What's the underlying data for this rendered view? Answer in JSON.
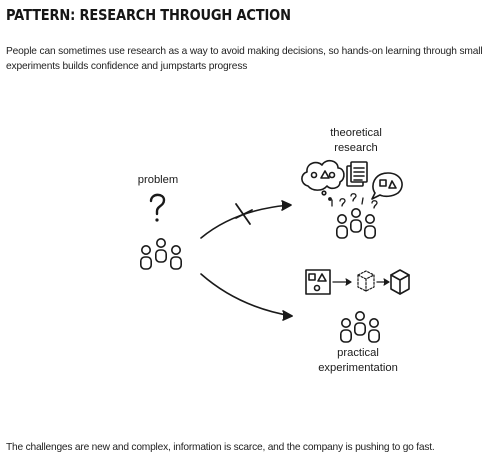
{
  "header": {
    "title": "PATTERN: RESEARCH THROUGH ACTION",
    "description": "People can sometimes use research as a way to avoid making decisions, so hands-on learning through small experiments builds confidence and jumpstarts progress"
  },
  "diagram": {
    "problem_label": "problem",
    "research_label_line1": "theoretical",
    "research_label_line2": "research",
    "experiment_label_line1": "practical",
    "experiment_label_line2": "experimentation",
    "research_path_blocked": true,
    "stroke_color": "#1a1a1a"
  },
  "footer": {
    "text": "The challenges are new and complex, information is scarce, and the company is pushing to go fast."
  }
}
